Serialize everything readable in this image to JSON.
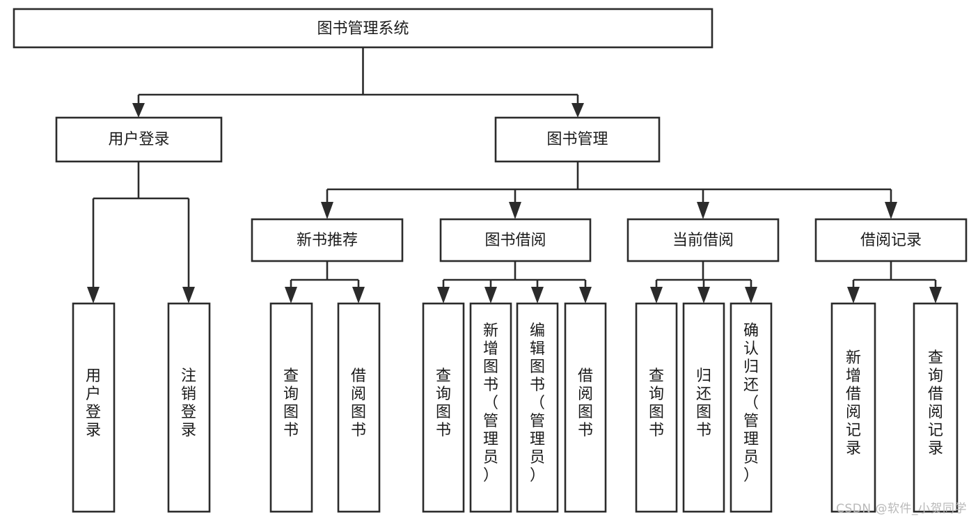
{
  "diagram": {
    "title": "图书管理系统",
    "type": "tree-hierarchy-diagram",
    "colors": {
      "box_stroke": "#2b2b2b",
      "box_fill": "#ffffff",
      "text": "#1b1b1b",
      "background": "#ffffff",
      "watermark": "#b9b9b9"
    },
    "root": {
      "label": "图书管理系统"
    },
    "level2": [
      {
        "label": "用户登录"
      },
      {
        "label": "图书管理"
      }
    ],
    "level3": [
      {
        "label": "新书推荐"
      },
      {
        "label": "图书借阅"
      },
      {
        "label": "当前借阅"
      },
      {
        "label": "借阅记录"
      }
    ],
    "leaves": {
      "user_login": [
        {
          "label": "用户登录"
        },
        {
          "label": "注销登录"
        }
      ],
      "new_book_recommend": [
        {
          "label": "查询图书"
        },
        {
          "label": "借阅图书"
        }
      ],
      "book_borrow": [
        {
          "label": "查询图书"
        },
        {
          "label": "新增图书（管理员）"
        },
        {
          "label": "编辑图书（管理员）"
        },
        {
          "label": "借阅图书"
        }
      ],
      "current_borrow": [
        {
          "label": "查询图书"
        },
        {
          "label": "归还图书"
        },
        {
          "label": "确认归还（管理员）"
        }
      ],
      "borrow_record": [
        {
          "label": "新增借阅记录"
        },
        {
          "label": "查询借阅记录"
        }
      ]
    }
  },
  "watermark": {
    "text": "CSDN @软件_小贺同学"
  }
}
